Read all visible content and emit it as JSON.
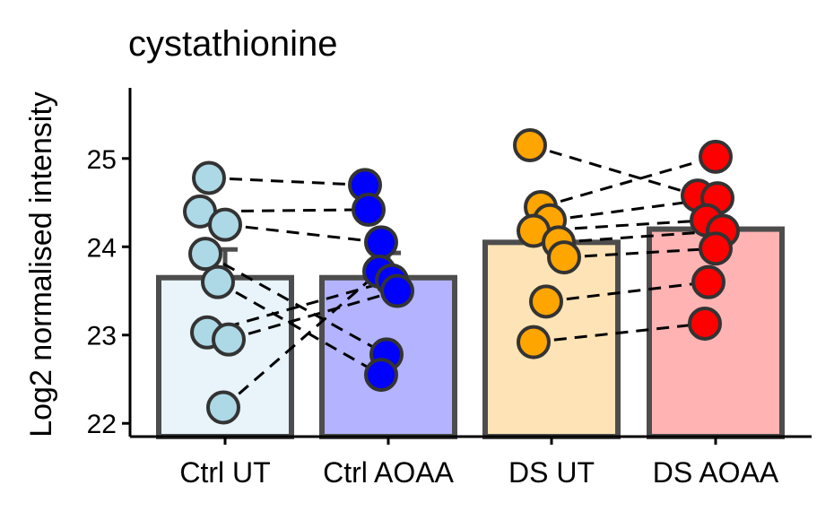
{
  "chart_data": {
    "type": "bar",
    "title": "cystathionine",
    "xlabel": "",
    "ylabel": "Log2 normalised intensity",
    "ylim": [
      21.85,
      25.8
    ],
    "yticks": [
      22,
      23,
      24,
      25
    ],
    "categories": [
      "Ctrl UT",
      "Ctrl AOAA",
      "DS UT",
      "DS AOAA"
    ],
    "means": [
      23.65,
      23.65,
      24.05,
      24.2
    ],
    "error_upper": [
      23.97,
      23.93,
      24.05,
      24.2
    ],
    "bar_fill": [
      "#e8f3fa",
      "#b3b3ff",
      "#fde3b6",
      "#ffb3b3"
    ],
    "point_fill": [
      "#add8e6",
      "#0000ff",
      "#ffa500",
      "#ff0000"
    ],
    "grid": false,
    "legend": "none",
    "points": [
      [
        24.78,
        24.4,
        24.25,
        23.92,
        23.6,
        23.03,
        22.95,
        22.18
      ],
      [
        24.7,
        24.42,
        24.05,
        23.72,
        23.62,
        23.5,
        22.78,
        22.55
      ],
      [
        25.15,
        24.45,
        24.3,
        24.18,
        24.05,
        23.88,
        23.38,
        22.92
      ],
      [
        25.02,
        24.58,
        24.55,
        24.3,
        24.18,
        23.98,
        23.6,
        23.13
      ]
    ],
    "pairs": [
      {
        "from": [
          0,
          0
        ],
        "to": [
          1,
          0
        ]
      },
      {
        "from": [
          0,
          1
        ],
        "to": [
          1,
          1
        ]
      },
      {
        "from": [
          0,
          2
        ],
        "to": [
          1,
          2
        ]
      },
      {
        "from": [
          0,
          3
        ],
        "to": [
          1,
          6
        ]
      },
      {
        "from": [
          0,
          4
        ],
        "to": [
          1,
          7
        ]
      },
      {
        "from": [
          0,
          5
        ],
        "to": [
          1,
          4
        ]
      },
      {
        "from": [
          0,
          6
        ],
        "to": [
          1,
          5
        ]
      },
      {
        "from": [
          0,
          7
        ],
        "to": [
          1,
          3
        ]
      },
      {
        "from": [
          2,
          0
        ],
        "to": [
          3,
          1
        ]
      },
      {
        "from": [
          2,
          1
        ],
        "to": [
          3,
          0
        ]
      },
      {
        "from": [
          2,
          2
        ],
        "to": [
          3,
          2
        ]
      },
      {
        "from": [
          2,
          3
        ],
        "to": [
          3,
          3
        ]
      },
      {
        "from": [
          2,
          4
        ],
        "to": [
          3,
          4
        ]
      },
      {
        "from": [
          2,
          5
        ],
        "to": [
          3,
          5
        ]
      },
      {
        "from": [
          2,
          6
        ],
        "to": [
          3,
          6
        ]
      },
      {
        "from": [
          2,
          7
        ],
        "to": [
          3,
          7
        ]
      }
    ]
  }
}
